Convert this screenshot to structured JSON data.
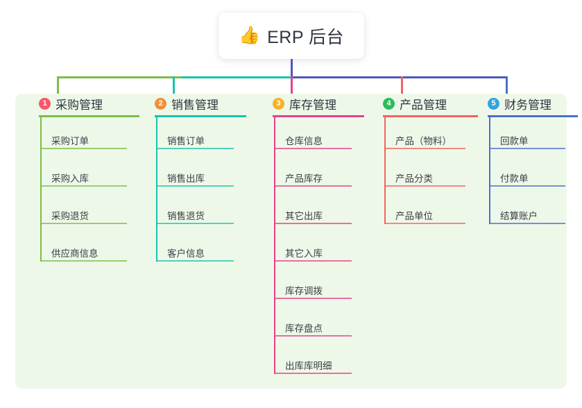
{
  "root": {
    "icon": "thumbs-up-icon",
    "emoji": "👍",
    "label": "ERP 后台"
  },
  "palette": {
    "panel_bg": "#eef8e8",
    "root_stem": "#4c56c0",
    "text": "#2f3640"
  },
  "columns": [
    {
      "number": "1",
      "title": "采购管理",
      "color": "#7cbd4a",
      "badge_color": "#f8566b",
      "items": [
        "采购订单",
        "采购入库",
        "采购退货",
        "供应商信息"
      ]
    },
    {
      "number": "2",
      "title": "销售管理",
      "color": "#17c4ad",
      "badge_color": "#f0903a",
      "items": [
        "销售订单",
        "销售出库",
        "销售退货",
        "客户信息"
      ]
    },
    {
      "number": "3",
      "title": "库存管理",
      "color": "#e8408c",
      "badge_color": "#f5b229",
      "items": [
        "仓库信息",
        "产品库存",
        "其它出库",
        "其它入库",
        "库存调拨",
        "库存盘点",
        "出库库明细"
      ]
    },
    {
      "number": "4",
      "title": "产品管理",
      "color": "#f4635f",
      "badge_color": "#2cbb5d",
      "items": [
        "产品（物料）",
        "产品分类",
        "产品单位"
      ]
    },
    {
      "number": "5",
      "title": "财务管理",
      "color": "#4a6fd0",
      "badge_color": "#30a5e0",
      "items": [
        "回款单",
        "付款单",
        "结算账户"
      ]
    }
  ]
}
